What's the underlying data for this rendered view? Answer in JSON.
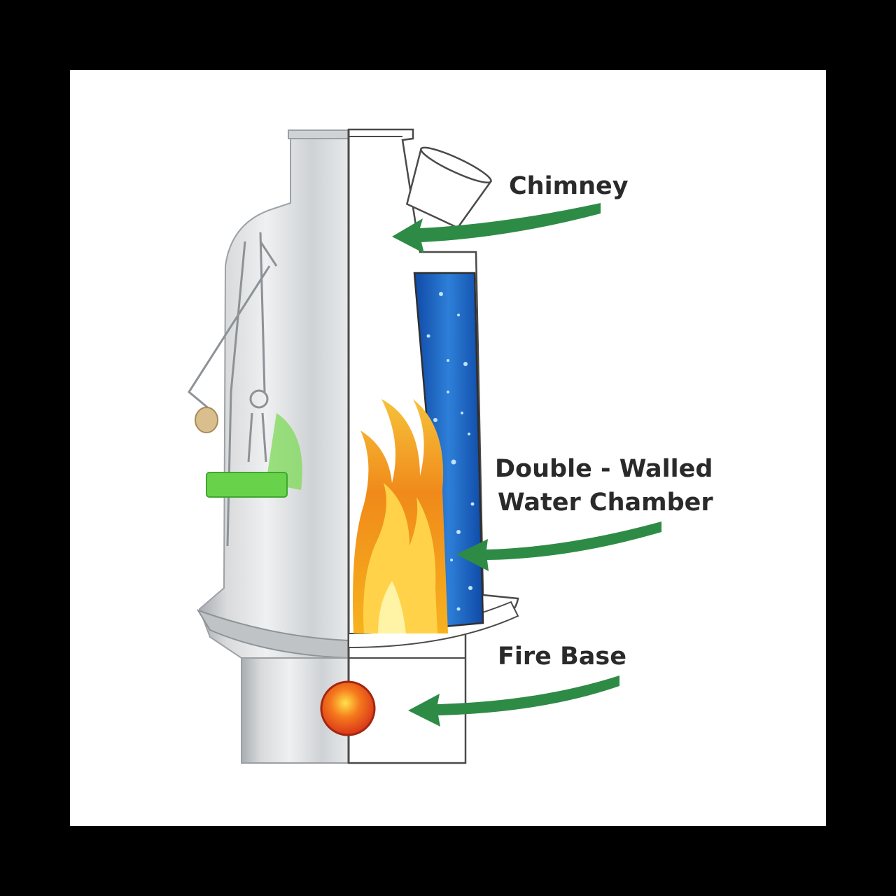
{
  "labels": {
    "chimney": "Chimney",
    "chamber_line1": "Double - Walled",
    "chamber_line2": "Water Chamber",
    "fire_base": "Fire Base"
  },
  "colors": {
    "background": "#000000",
    "panel": "#ffffff",
    "arrow": "#2e8b46",
    "water": "#1f66c2",
    "flame_outer": "#f39a1c",
    "flame_inner": "#ffd24a",
    "fire_ball": "#e8451c",
    "tag": "#7ed957",
    "steel": "#d4d6d8"
  },
  "icons": [
    "kettle-steel-half",
    "cutaway-section",
    "flame-icon",
    "water-bubbles",
    "fire-ball-icon",
    "arrow-icon"
  ]
}
